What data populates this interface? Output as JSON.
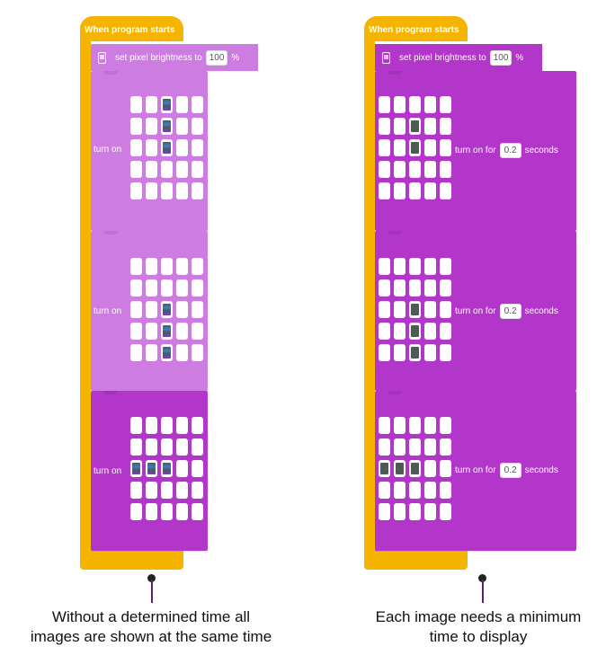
{
  "left": {
    "hat_label": "When program starts",
    "brightness": {
      "label": "set pixel brightness to",
      "value": "100",
      "unit": "%"
    },
    "blocks": [
      {
        "label": "turn on",
        "pixels": [
          2,
          7,
          12
        ]
      },
      {
        "label": "turn on",
        "pixels": [
          12,
          17,
          22
        ]
      },
      {
        "label": "turn on",
        "pixels": [
          10,
          11,
          12
        ]
      }
    ],
    "caption_line1": "Without a determined time all",
    "caption_line2": "images are shown at the same time"
  },
  "right": {
    "hat_label": "When program starts",
    "brightness": {
      "label": "set pixel brightness to",
      "value": "100",
      "unit": "%"
    },
    "blocks": [
      {
        "label": "turn on for",
        "seconds_value": "0.2",
        "seconds_label": "seconds",
        "pixels": [
          7,
          12
        ]
      },
      {
        "label": "turn on for",
        "seconds_value": "0.2",
        "seconds_label": "seconds",
        "pixels": [
          12,
          17,
          22
        ]
      },
      {
        "label": "turn on for",
        "seconds_value": "0.2",
        "seconds_label": "seconds",
        "pixels": [
          10,
          11,
          12
        ]
      }
    ],
    "caption_line1": "Each image needs a minimum",
    "caption_line2": "time to display"
  },
  "colors": {
    "hat": "#f5b400",
    "block_light": "#cd7de2",
    "block_dark": "#b236c9",
    "led_off": "#ffffff",
    "led_on": "#4d5a55",
    "pointer": "#5c1f70"
  }
}
